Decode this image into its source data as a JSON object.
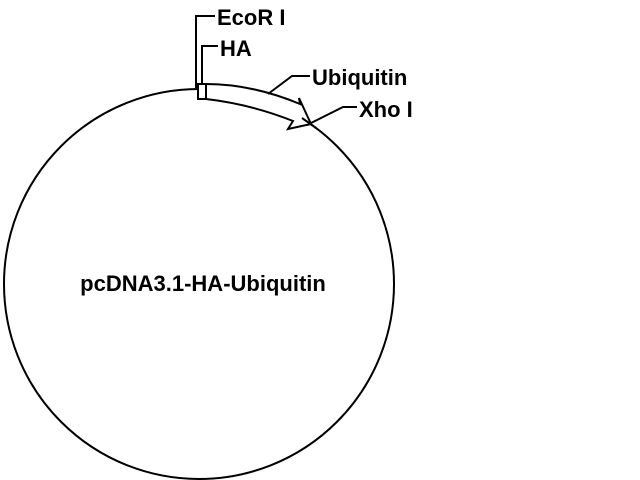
{
  "plasmid": {
    "name": "pcDNA3.1-HA-Ubiquitin"
  },
  "features": [
    {
      "label": "EcoR I"
    },
    {
      "label": "HA"
    },
    {
      "label": "Ubiquitin"
    },
    {
      "label": "Xho I"
    }
  ],
  "colors": {
    "stroke": "#000000",
    "background": "#ffffff"
  }
}
